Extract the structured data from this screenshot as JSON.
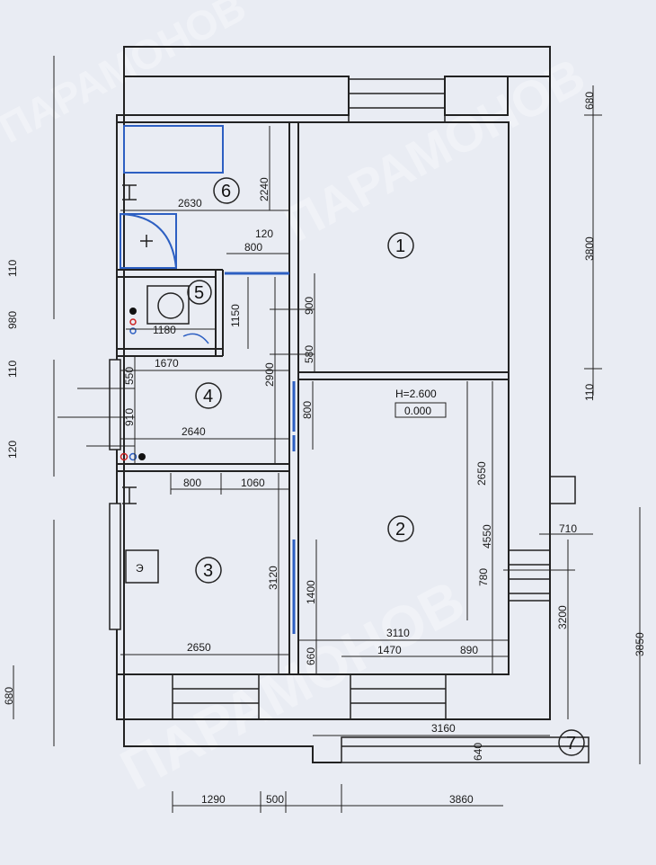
{
  "watermark": "ПАРАМОНОВ",
  "rooms": [
    {
      "num": "1"
    },
    {
      "num": "2"
    },
    {
      "num": "3"
    },
    {
      "num": "4"
    },
    {
      "num": "5"
    },
    {
      "num": "6"
    },
    {
      "num": "7"
    }
  ],
  "height_mark": "H=2.600",
  "level_mark": "0.000",
  "stove_symbol": "Э",
  "dims": {
    "d680_top": "680",
    "d3800": "3800",
    "d110_right": "110",
    "d2630": "2630",
    "d2240": "2240",
    "d120_a": "120",
    "d800_a": "800",
    "d1150": "1150",
    "d1180": "1180",
    "d900": "900",
    "d580": "580",
    "d1670": "1670",
    "d550": "550",
    "d2900": "2900",
    "d800_b": "800",
    "d910": "910",
    "d2640": "2640",
    "d800_c": "800",
    "d1060": "1060",
    "d2650_v": "2650",
    "d4550": "4550",
    "d3120": "3120",
    "d1400": "1400",
    "d2650_h": "2650",
    "d660": "660",
    "d3110": "3110",
    "d1470": "1470",
    "d890": "890",
    "d710": "710",
    "d780": "780",
    "d3200": "3200",
    "d3850": "3850",
    "d3160": "3160",
    "d640": "640",
    "d1290": "1290",
    "d500": "500",
    "d3860": "3860",
    "d110_l1": "110",
    "d980": "980",
    "d110_l2": "110",
    "d120_l": "120",
    "d680_left": "680"
  }
}
